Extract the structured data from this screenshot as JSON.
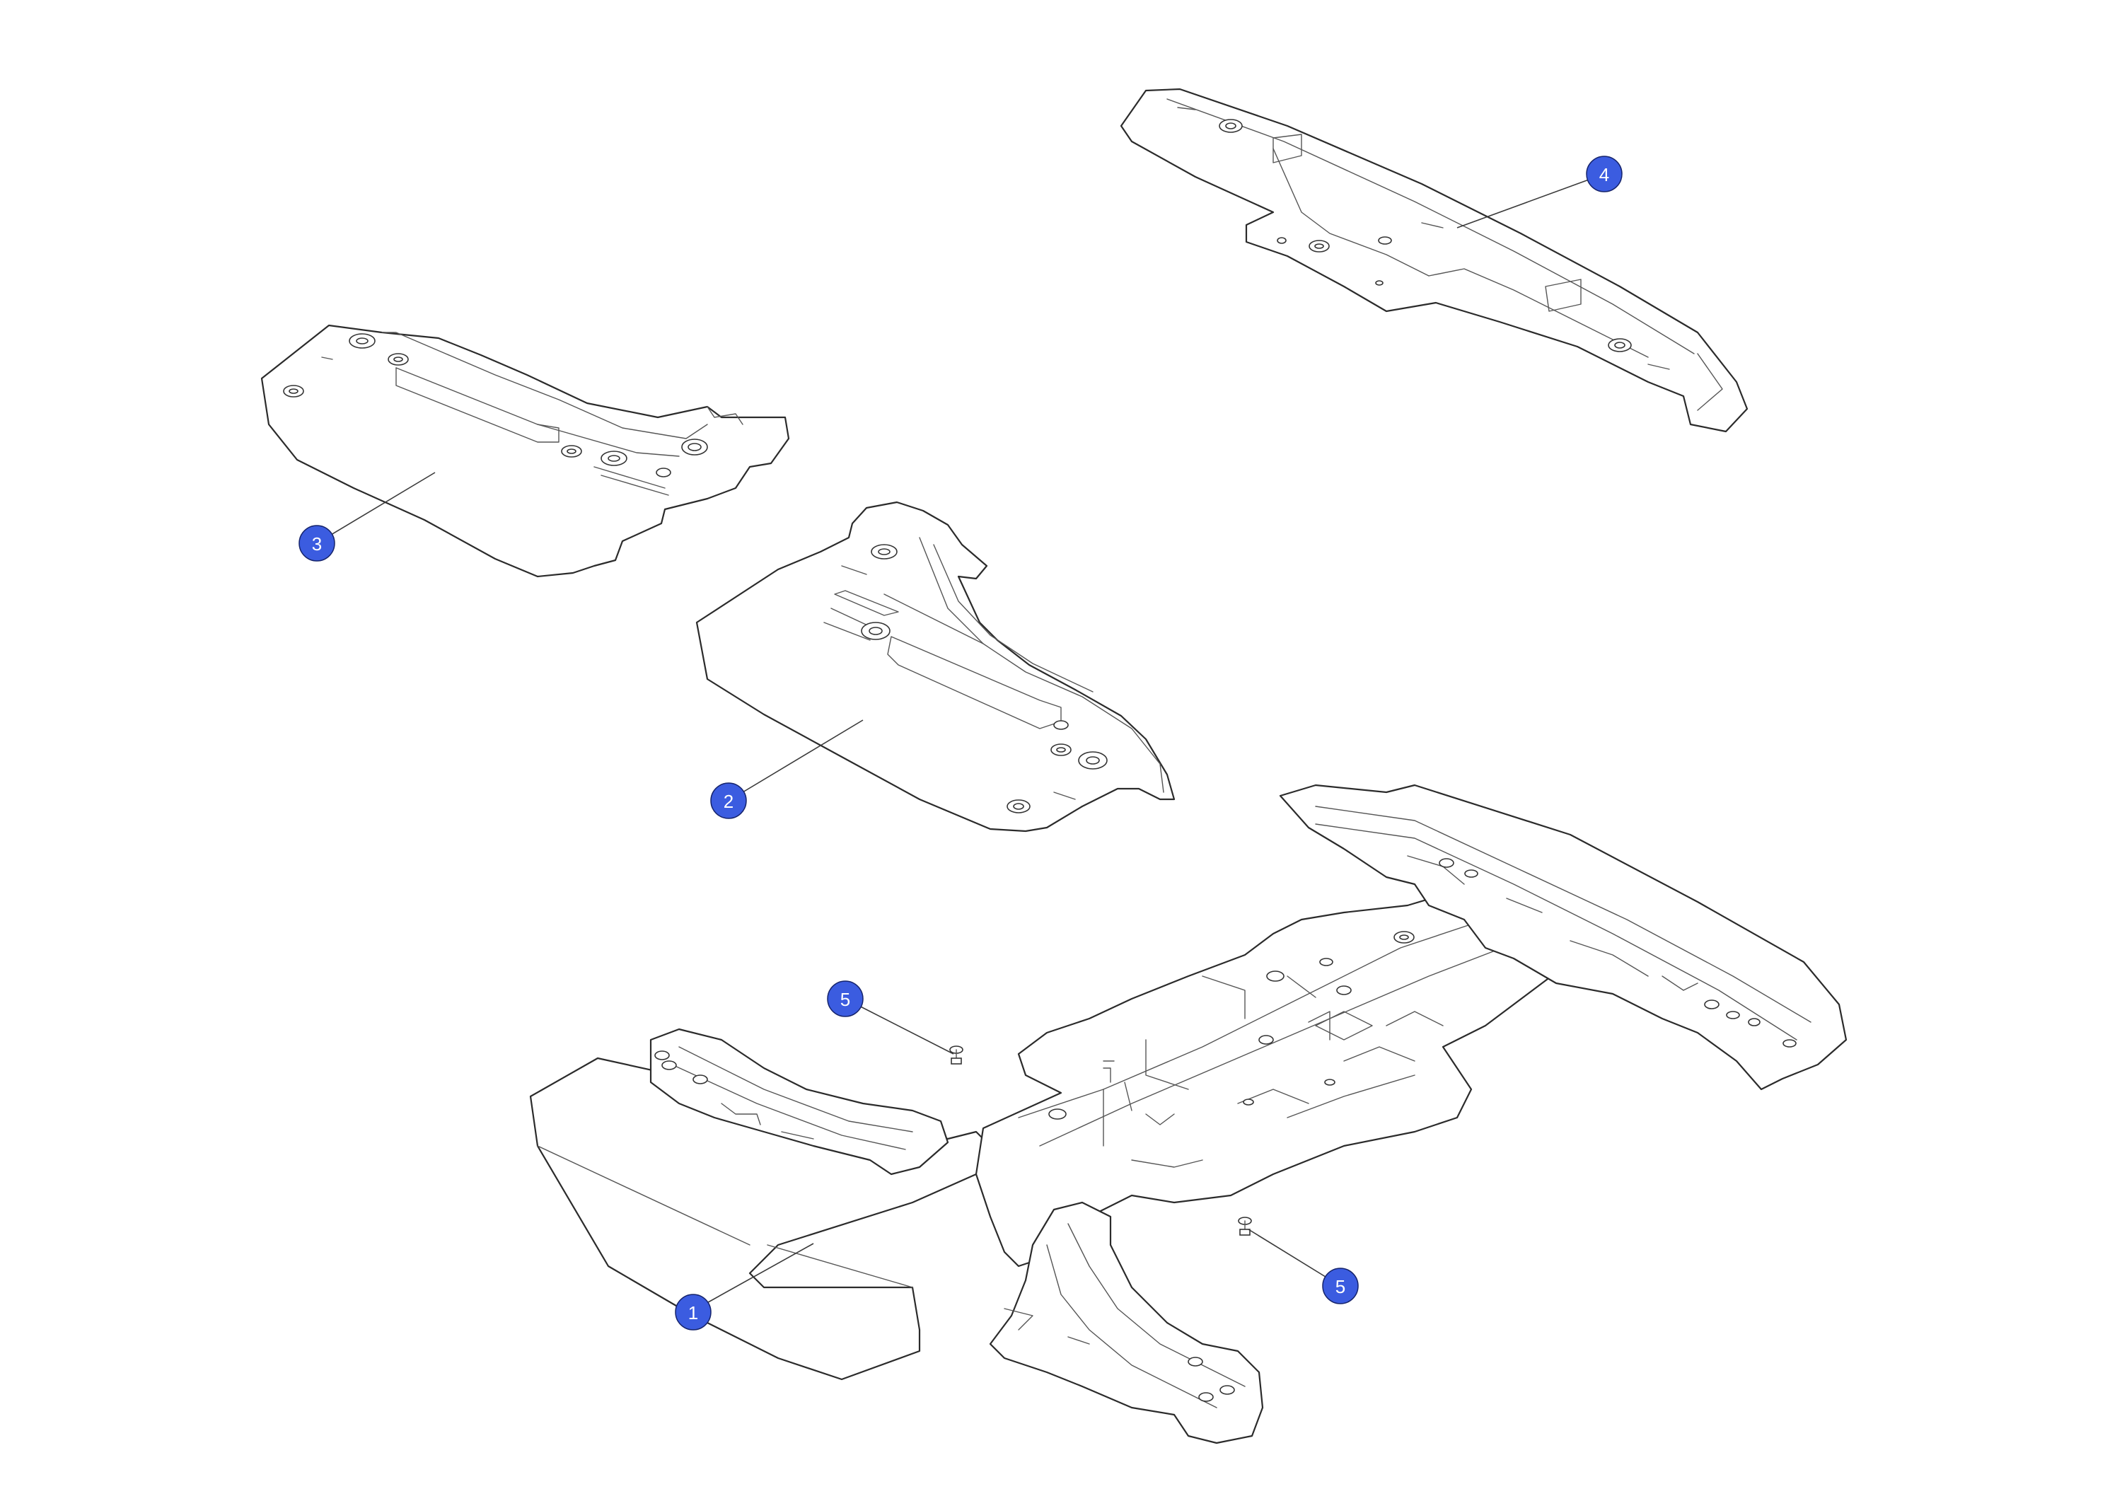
{
  "diagram": {
    "callout_color": "#3b5ce0",
    "parts": [
      {
        "id": "part-1",
        "callout": "1"
      },
      {
        "id": "part-2",
        "callout": "2"
      },
      {
        "id": "part-3",
        "callout": "3"
      },
      {
        "id": "part-4",
        "callout": "4"
      },
      {
        "id": "part-5a",
        "callout": "5"
      },
      {
        "id": "part-5b",
        "callout": "5"
      }
    ]
  }
}
